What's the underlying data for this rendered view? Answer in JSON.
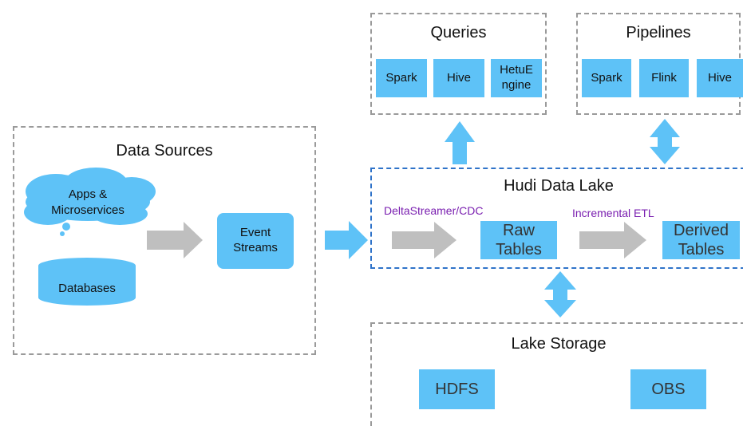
{
  "colors": {
    "box_fill": "#5ec2f7",
    "gray_arrow": "#bfbfbf",
    "blue_arrow": "#5ec2f7",
    "lake_border": "#2f73c9",
    "group_border": "#9a9a9a",
    "etl_label": "#7a1fb0"
  },
  "data_sources": {
    "title": "Data Sources",
    "apps": "Apps &\nMicroservices",
    "databases": "Databases",
    "event_streams": "Event\nStreams"
  },
  "queries": {
    "title": "Queries",
    "items": [
      "Spark",
      "Hive",
      "HetuE\nngine"
    ]
  },
  "pipelines": {
    "title": "Pipelines",
    "items": [
      "Spark",
      "Flink",
      "Hive"
    ]
  },
  "lake": {
    "title": "Hudi Data Lake",
    "ingest_label": "DeltaStreamer/CDC",
    "etl_label": "Incremental ETL",
    "raw_tables": "Raw\nTables",
    "derived_tables": "Derived\nTables"
  },
  "storage": {
    "title": "Lake Storage",
    "items": [
      "HDFS",
      "OBS"
    ]
  }
}
